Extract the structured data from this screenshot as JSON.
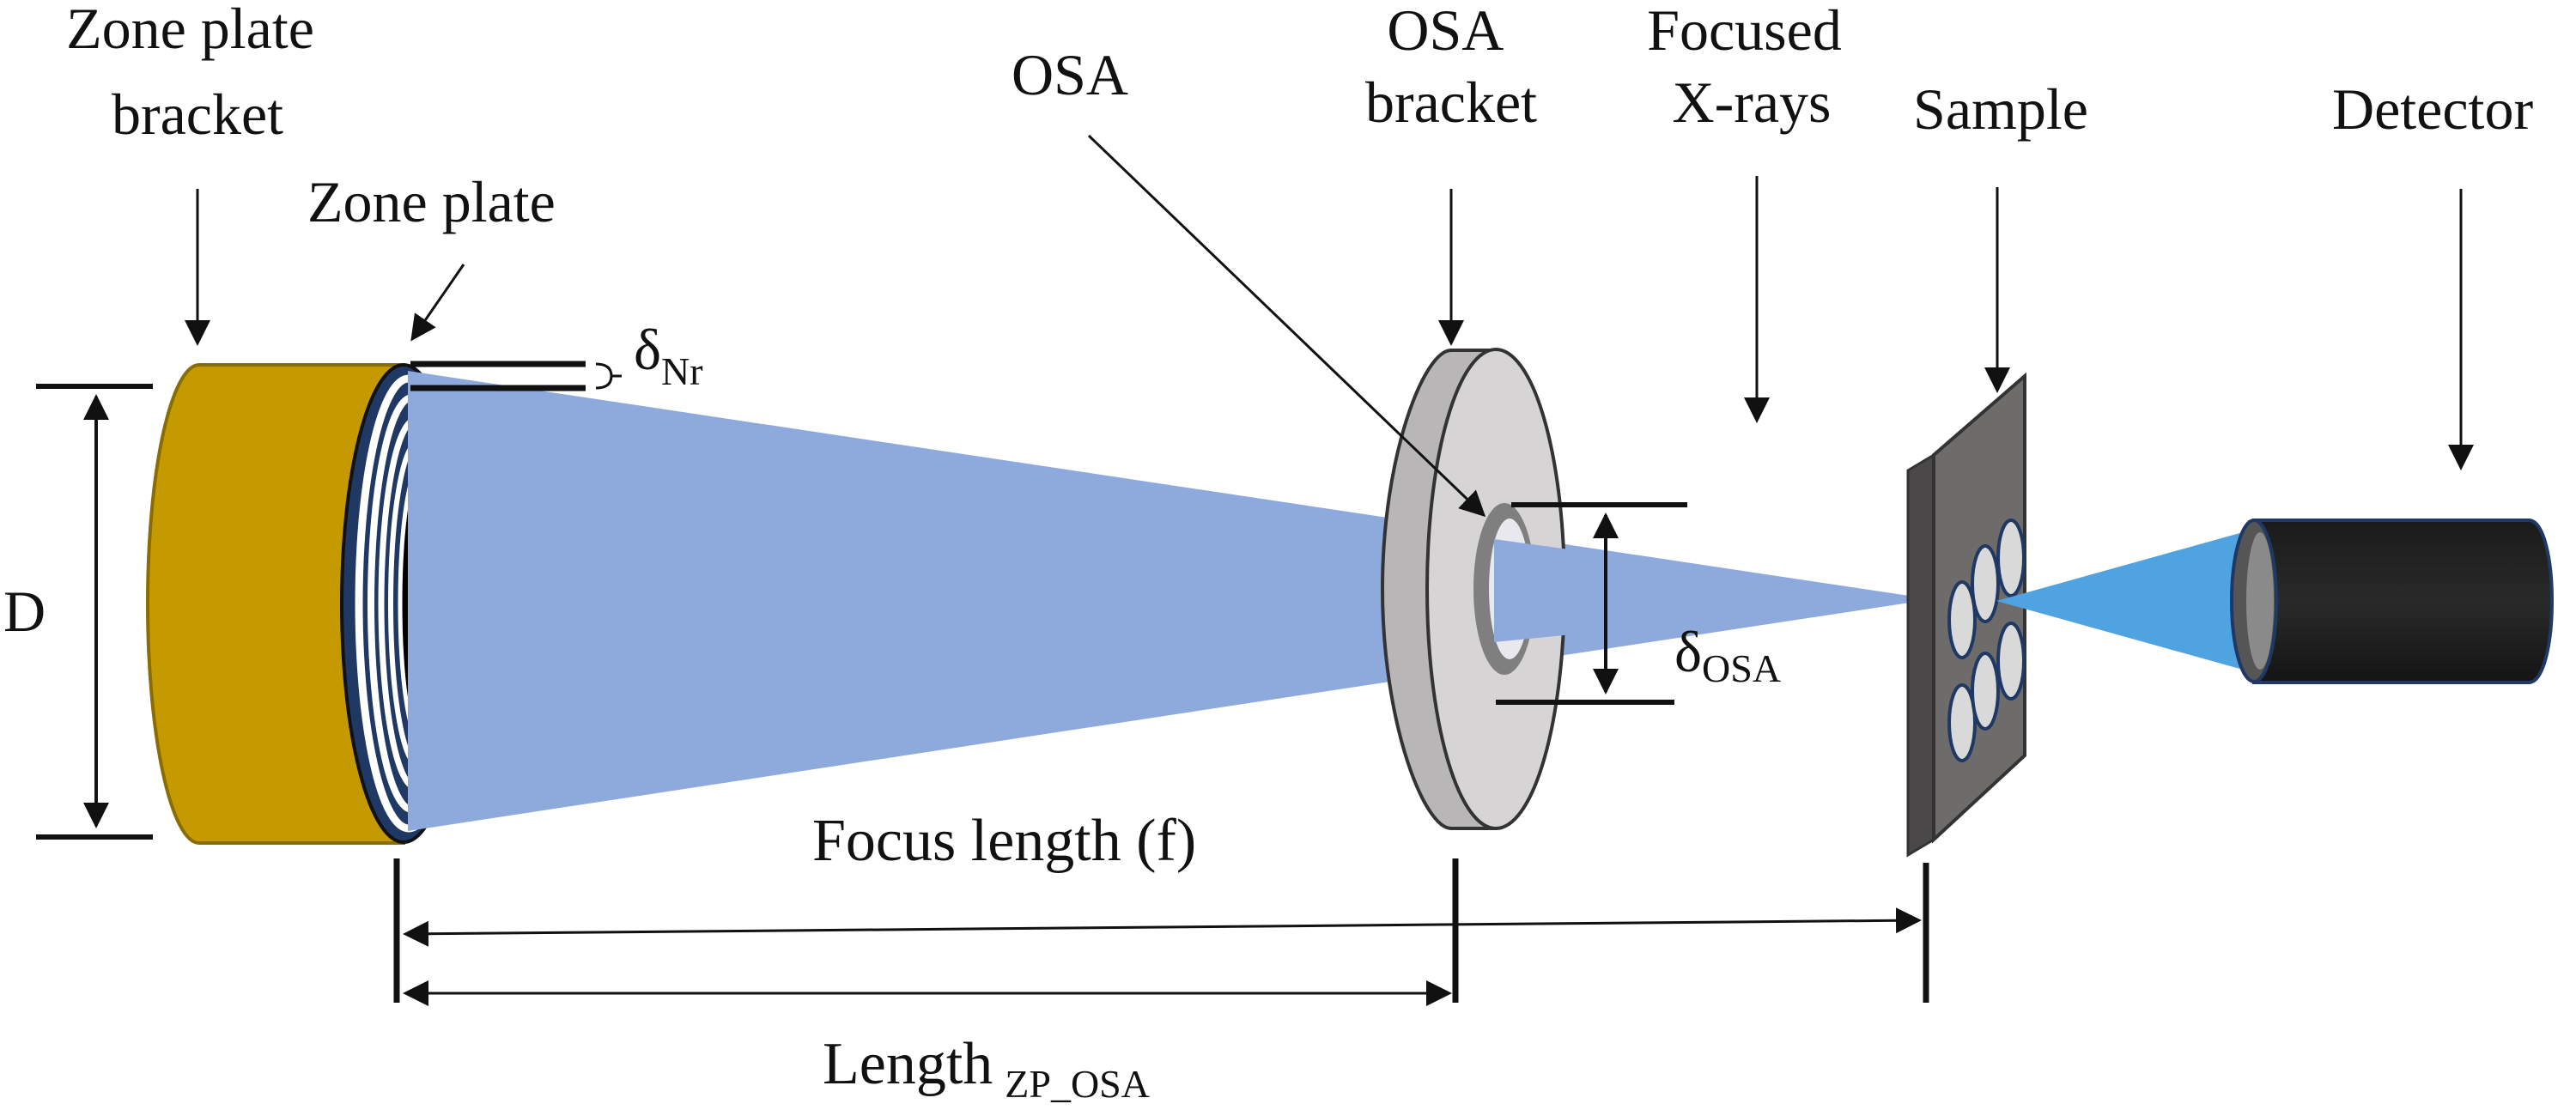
{
  "labels": {
    "zone_plate_bracket": [
      "Zone plate",
      "bracket"
    ],
    "zone_plate": "Zone plate",
    "osa": "OSA",
    "osa_bracket": [
      "OSA",
      "bracket"
    ],
    "focused_xrays": [
      "Focused",
      "X-rays"
    ],
    "sample": "Sample",
    "detector": "Detector",
    "diameter": "D",
    "delta_nr": {
      "symbol": "δ",
      "sub": "Nr"
    },
    "delta_osa": {
      "symbol": "δ",
      "sub": "OSA"
    },
    "focus_length": "Focus length (f)",
    "length_zp_osa": {
      "main": "Length",
      "sub": "ZP_OSA"
    }
  },
  "colors": {
    "bracket_gold": "#C49A00",
    "beam_blue": "#8EA9DB",
    "detector_beam": "#4FA3E0",
    "osa_gray": "#C0BEBE",
    "osa_face": "#D6D4D4",
    "sample_gray": "#6E6B6B",
    "detector_body": "#1E1E1E",
    "zone_plate_dark": "#1F3864"
  }
}
